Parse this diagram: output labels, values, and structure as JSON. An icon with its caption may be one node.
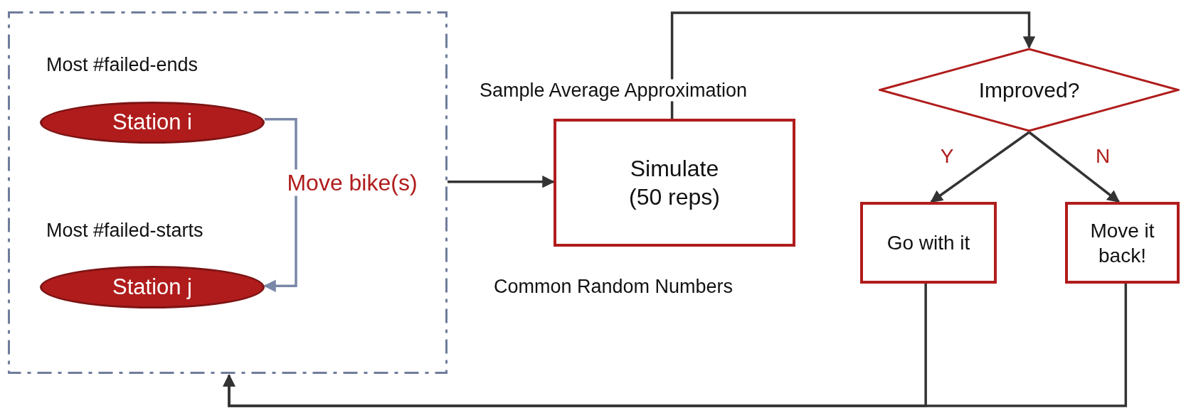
{
  "diagram": {
    "nodes": [
      {
        "text": [],
        "shape": "box"
      },
      {
        "text": [
          "Station i"
        ],
        "in": 0,
        "beside": [
          "Most #failed-ends"
        ]
      },
      {
        "text": [
          "Station j"
        ],
        "in": 0,
        "beside": [
          "Most #failed-starts"
        ]
      },
      {
        "text": [
          "Simulate (50 reps)"
        ]
      },
      {
        "text": [
          "Improved?"
        ]
      },
      {
        "text": [
          "Go with it"
        ]
      },
      {
        "text": [
          "Move it back!"
        ]
      }
    ],
    "edges": [
      {
        "from": 1,
        "to": 2,
        "arrow": "to",
        "label": "Move bike(s)",
        "color": "#7a87a8"
      },
      {
        "from": 0,
        "to": 3,
        "arrow": "to"
      },
      {
        "from": 3,
        "to": 4,
        "arrow": "to"
      },
      {
        "from": 4,
        "to": 5,
        "arrow": "to",
        "label": "Y"
      },
      {
        "from": 4,
        "to": 6,
        "arrow": "to",
        "label": "N"
      },
      {
        "from": 5,
        "to": 0,
        "arrow": "to"
      },
      {
        "from": 6,
        "to": 0,
        "arrow": "to"
      }
    ],
    "labels": [
      "Sample Average Approximation",
      "Common Random Numbers"
    ]
  }
}
